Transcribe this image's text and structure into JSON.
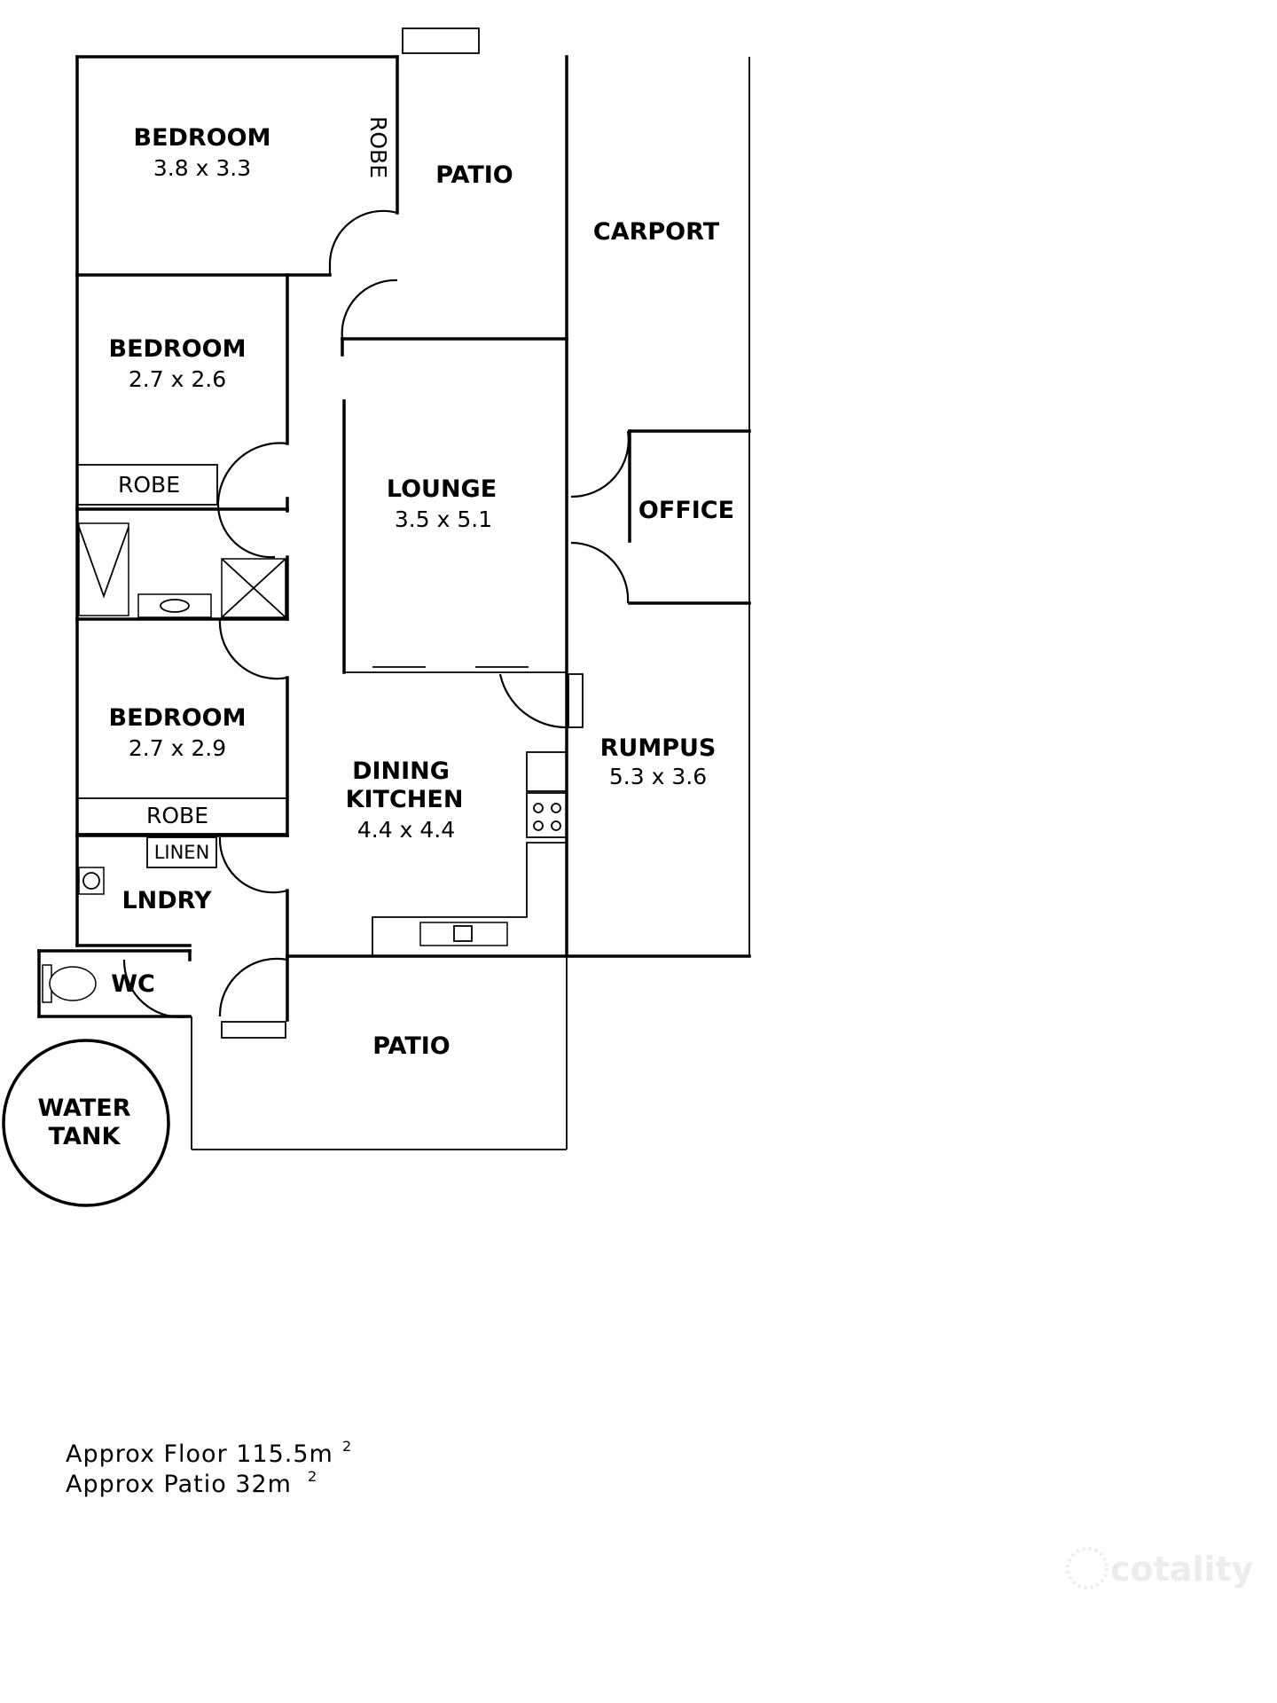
{
  "rooms": {
    "bedroom1": {
      "name": "BEDROOM",
      "size": "3.8 x 3.3"
    },
    "robe1": {
      "name": "ROBE"
    },
    "patio_top": {
      "name": "PATIO"
    },
    "carport": {
      "name": "CARPORT"
    },
    "bedroom2": {
      "name": "BEDROOM",
      "size": "2.7 x 2.6"
    },
    "robe2": {
      "name": "ROBE"
    },
    "lounge": {
      "name": "LOUNGE",
      "size": "3.5 x 5.1"
    },
    "office": {
      "name": "OFFICE"
    },
    "bedroom3": {
      "name": "BEDROOM",
      "size": "2.7 x 2.9"
    },
    "robe3": {
      "name": "ROBE"
    },
    "dining_kitchen": {
      "name_line1": "DINING",
      "name_line2": "KITCHEN",
      "size": "4.4  x 4.4"
    },
    "rumpus": {
      "name": "RUMPUS",
      "size": "5.3 x 3.6"
    },
    "linen": {
      "name": "LINEN"
    },
    "laundry": {
      "name": "LNDRY"
    },
    "wc": {
      "name": "WC"
    },
    "patio_bottom": {
      "name": "PATIO"
    },
    "water_tank": {
      "line1": "WATER",
      "line2": "TANK"
    }
  },
  "areas": {
    "floor_label": "Approx  Floor  115.5m",
    "floor_sup": "2",
    "patio_label": "Approx  Patio   32m",
    "patio_sup": "2"
  },
  "watermark": "cotality"
}
